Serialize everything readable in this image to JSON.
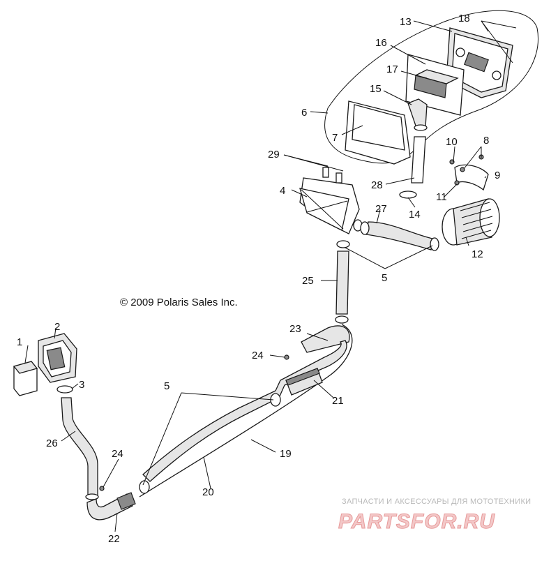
{
  "diagram": {
    "callouts": [
      {
        "id": "c1",
        "text": "1"
      },
      {
        "id": "c2",
        "text": "2"
      },
      {
        "id": "c3",
        "text": "3"
      },
      {
        "id": "c4",
        "text": "4"
      },
      {
        "id": "c5a",
        "text": "5"
      },
      {
        "id": "c5b",
        "text": "5"
      },
      {
        "id": "c6",
        "text": "6"
      },
      {
        "id": "c7",
        "text": "7"
      },
      {
        "id": "c8",
        "text": "8"
      },
      {
        "id": "c9",
        "text": "9"
      },
      {
        "id": "c10",
        "text": "10"
      },
      {
        "id": "c11",
        "text": "11"
      },
      {
        "id": "c12",
        "text": "12"
      },
      {
        "id": "c13",
        "text": "13"
      },
      {
        "id": "c14",
        "text": "14"
      },
      {
        "id": "c15",
        "text": "15"
      },
      {
        "id": "c16",
        "text": "16"
      },
      {
        "id": "c17",
        "text": "17"
      },
      {
        "id": "c18",
        "text": "18"
      },
      {
        "id": "c19",
        "text": "19"
      },
      {
        "id": "c20",
        "text": "20"
      },
      {
        "id": "c21",
        "text": "21"
      },
      {
        "id": "c22",
        "text": "22"
      },
      {
        "id": "c23",
        "text": "23"
      },
      {
        "id": "c24a",
        "text": "24"
      },
      {
        "id": "c24b",
        "text": "24"
      },
      {
        "id": "c25",
        "text": "25"
      },
      {
        "id": "c26",
        "text": "26"
      },
      {
        "id": "c27",
        "text": "27"
      },
      {
        "id": "c28",
        "text": "28"
      },
      {
        "id": "c29",
        "text": "29"
      }
    ],
    "copyright": "© 2009 Polaris Sales Inc."
  },
  "watermark": {
    "tagline": "ЗАПЧАСТИ И АКСЕССУАРЫ ДЛЯ МОТОТЕХНИКИ",
    "logo": "PARTSFOR.RU"
  },
  "colors": {
    "line": "#1a1a1a",
    "background": "#ffffff",
    "watermark_logo": "#e79a9a",
    "watermark_text": "#b9b9b9"
  }
}
